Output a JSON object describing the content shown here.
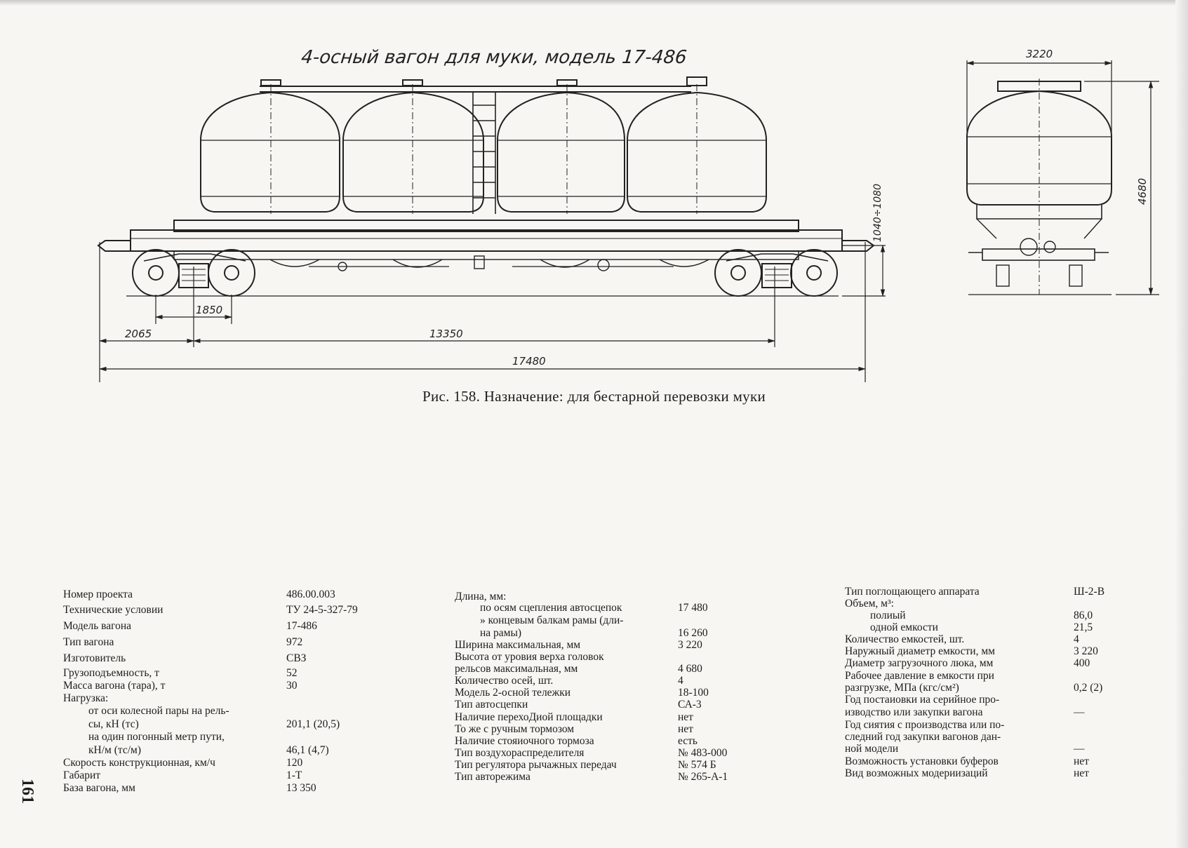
{
  "drawing": {
    "title": "4-осный вагон для муки, модель 17-486",
    "dims": {
      "bogie_wheelbase": "1850",
      "overhang": "2065",
      "wagon_base": "13350",
      "total_length": "17480",
      "coupler_height": "1040÷1080",
      "width": "3220",
      "height": "4680"
    }
  },
  "caption": "Рис. 158. Назначение: для бестарной перевозки муки",
  "page_number": "161",
  "col1": [
    {
      "label": "Номер проекта",
      "value": "486.00.003"
    },
    {
      "label": "Технические условии",
      "value": "ТУ 24-5-327-79"
    },
    {
      "label": "Модель вагона",
      "value": "17-486"
    },
    {
      "label": "Тип вагона",
      "value": "972"
    },
    {
      "label": "Изготовитель",
      "value": "СВЗ"
    },
    {
      "label": "Грузоподъемность, т",
      "value": "52"
    },
    {
      "label": "Масса вагона (тара), т",
      "value": "30"
    },
    {
      "label": "Нагрузка:",
      "value": ""
    },
    {
      "label": "от оси колесной пары на рель-",
      "value": ""
    },
    {
      "label": "сы, кН (тс)",
      "value": "201,1 (20,5)"
    },
    {
      "label": "на один погонный метр пути,",
      "value": ""
    },
    {
      "label": "кН/м (тс/м)",
      "value": "46,1 (4,7)"
    },
    {
      "label": "Скорость конструкционная, км/ч",
      "value": "120"
    },
    {
      "label": "Габарит",
      "value": "1-Т"
    },
    {
      "label": "База вагона, мм",
      "value": "13 350"
    }
  ],
  "col2": [
    {
      "label": "Длина, мм:",
      "value": ""
    },
    {
      "label": "по осям сцепления автосцепок",
      "value": "17 480"
    },
    {
      "label": "»  концевым балкам рамы (дли-",
      "value": ""
    },
    {
      "label": "на рамы)",
      "value": "16 260"
    },
    {
      "label": "Ширина максимальная, мм",
      "value": "3 220"
    },
    {
      "label": "Высота от уровия верха головок",
      "value": ""
    },
    {
      "label": "рельсов максимальная, мм",
      "value": "4 680"
    },
    {
      "label": "Количество осей, шт.",
      "value": "4"
    },
    {
      "label": "Модель 2-осной тележки",
      "value": "18-100"
    },
    {
      "label": "Тип автосцепки",
      "value": "СА-3"
    },
    {
      "label": "Наличие перехоДиой площадки",
      "value": "нет"
    },
    {
      "label": "То же с ручным тормозом",
      "value": "нет"
    },
    {
      "label": "Наличие стояиочного тормоза",
      "value": "есть"
    },
    {
      "label": "Тип воздухораспределителя",
      "value": "№ 483-000"
    },
    {
      "label": "Тип регулятора рычажных передач",
      "value": "№ 574 Б"
    },
    {
      "label": "Тип авторежима",
      "value": "№ 265-А-1"
    }
  ],
  "col3": [
    {
      "label": "Тип поглощающего аппарата",
      "value": "Ш-2-В"
    },
    {
      "label": "Объем, м³:",
      "value": ""
    },
    {
      "label": "полиый",
      "value": "86,0"
    },
    {
      "label": "одной емкости",
      "value": "21,5"
    },
    {
      "label": "Количество емкостей, шт.",
      "value": "4"
    },
    {
      "label": "Наружный диаметр емкости, мм",
      "value": "3 220"
    },
    {
      "label": "Диаметр загрузочного люка, мм",
      "value": "400"
    },
    {
      "label": "Рабочее давление в емкости при",
      "value": ""
    },
    {
      "label": "разгрузке, МПа (кгс/см²)",
      "value": "0,2 (2)"
    },
    {
      "label": "Год постаиовки иа серийное про-",
      "value": ""
    },
    {
      "label": "изводство или закупки вагона",
      "value": "—"
    },
    {
      "label": "Год сиятия с производства или по-",
      "value": ""
    },
    {
      "label": "следний год закупки вагонов дан-",
      "value": ""
    },
    {
      "label": "ной модели",
      "value": "—"
    },
    {
      "label": "Возможность установки буферов",
      "value": "нет"
    },
    {
      "label": "Вид возможных модериизаций",
      "value": "нет"
    }
  ]
}
